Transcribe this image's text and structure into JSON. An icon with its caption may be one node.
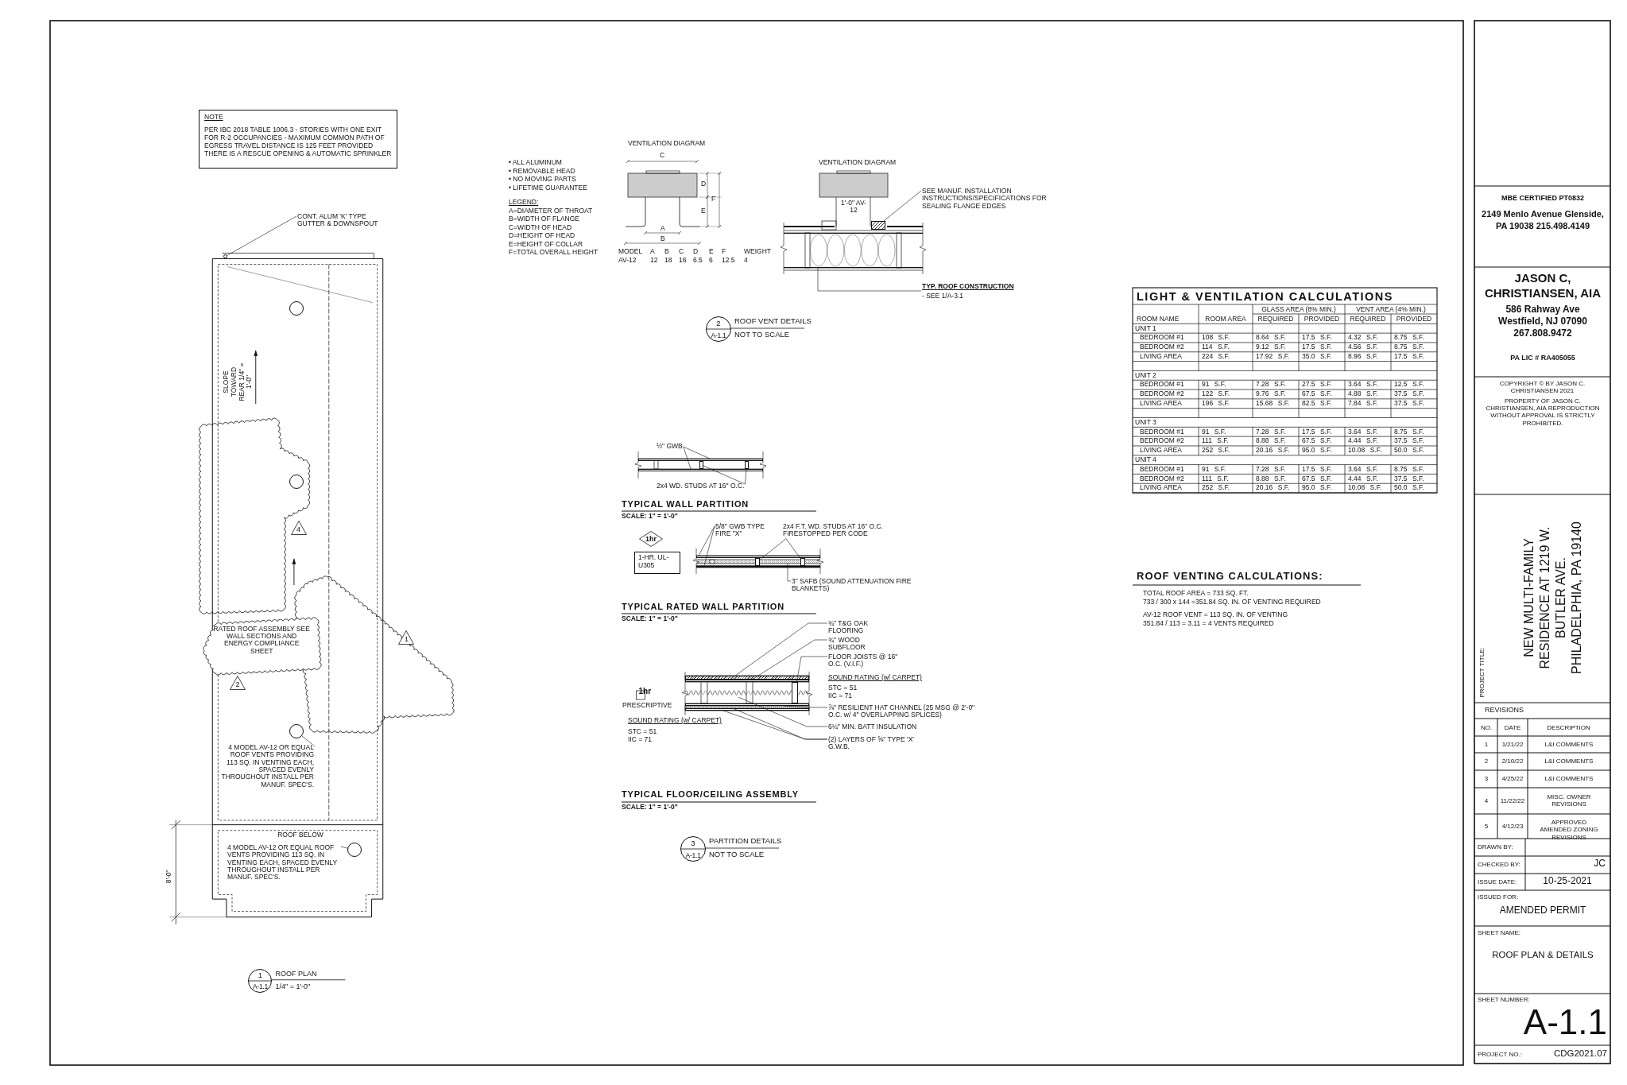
{
  "diagram": {
    "nodes": [
      {
        "text": [
          "NOTE",
          "PER IBC 2018 TABLE 1006.3 - STORIES WITH ONE EXIT FOR R-2 OCCUPANCIES - MAXIMUM COMMON PATH OF EGRESS TRAVEL DISTANCE IS 125 FEET PROVIDED THERE IS A RESCUE OPENING & AUTOMATIC SPRINKLER"
        ]
      },
      {
        "text": [
          "CONT. ALUM 'K' TYPE GUTTER & DOWNSPOUT"
        ]
      },
      {
        "text": [],
        "shape": "circle"
      },
      {
        "text": [],
        "shape": "cloud"
      },
      {
        "text": [],
        "shape": "circle",
        "in": 3
      },
      {
        "text": [
          "4"
        ]
      },
      {
        "text": [],
        "shape": "cloud"
      },
      {
        "text": [
          "1"
        ]
      },
      {
        "text": [
          "RATED ROOF ASSEMBLY SEE WALL SECTIONS AND ENERGY COMPLIANCE SHEET"
        ]
      },
      {
        "text": [
          "2"
        ]
      },
      {
        "text": [],
        "shape": "circle"
      },
      {
        "text": [
          "4 MODEL AV-12 OR EQUAL ROOF VENTS PROVIDING 113 SQ. IN VENTING EACH, SPACED EVENLY THROUGHOUT INSTALL PER MANUF. SPEC'S."
        ]
      },
      {
        "text": [],
        "shape": "circle"
      },
      {
        "text": [
          "4 MODEL AV-12 OR EQUAL ROOF VENTS PROVIDING 113 SQ. IN VENTING EACH, SPACED EVENLY THROUGHOUT INSTALL PER MANUF. SPEC'S."
        ]
      },
      {
        "text": [
          "1",
          "A-1.1"
        ],
        "beside": [
          "ROOF PLAN",
          "1/4\" = 1'-0\""
        ]
      },
      {
        "text": [
          "SEE MANUF. INSTALLATION INSTRUCTIONS/SPECIFICATIONS FOR SEALING FLANGE EDGES"
        ]
      },
      {
        "text": [
          "TYP. ROOF CONSTRUCTION",
          "- SEE 1/A-3.1"
        ]
      },
      {
        "text": [
          "2",
          "A-1.1"
        ],
        "beside": [
          "ROOF VENT DETAILS",
          "NOT TO SCALE"
        ]
      },
      {
        "text": [
          "½\" GWB"
        ]
      },
      {
        "text": [
          "2x4 WD. STUDS AT 16\" O.C."
        ]
      },
      {
        "text": [
          "5/8\" GWB TYPE FIRE \"X\""
        ]
      },
      {
        "text": [
          "2x4 F.T. WD. STUDS AT 16\" O.C. FIRESTOPPED PER CODE"
        ]
      },
      {
        "text": [
          "3\" SAFB (SOUND ATTENUATION FIRE BLANKETS)"
        ]
      },
      {
        "text": [
          "1hr"
        ]
      },
      {
        "text": [
          "1-HR. UL-U305"
        ]
      },
      {
        "text": [
          "¾\" T&G OAK FLOORING"
        ]
      },
      {
        "text": [
          "¾\" WOOD SUBFLOOR"
        ]
      },
      {
        "text": [
          "FLOOR JOISTS @ 16\" O.C. (V.I.F.)"
        ]
      },
      {
        "text": [
          "⅞\" RESILIENT HAT CHANNEL (25 MSG @ 2'-0\" O.C. w/ 4\" OVERLAPPING SPLICES)"
        ]
      },
      {
        "text": [
          "6¼\" MIN. BATT INSULATION"
        ]
      },
      {
        "text": [
          "(2) LAYERS OF ⅝\" TYPE 'X' G.W.B."
        ]
      },
      {
        "text": [
          "1hr"
        ]
      },
      {
        "text": [
          "3",
          "A-1.1"
        ],
        "beside": [
          "PARTITION DETAILS",
          "NOT TO SCALE"
        ]
      },
      {
        "text": [],
        "shape": "circle"
      },
      {
        "text": [],
        "shape": "bar"
      },
      {
        "text": [],
        "shape": "bar"
      },
      {
        "text": [],
        "shape": "bar"
      },
      {
        "text": [],
        "shape": "bar"
      },
      {
        "text": [],
        "shape": "bar"
      },
      {
        "text": [],
        "shape": "bar"
      },
      {
        "text": [],
        "shape": "bar"
      },
      {
        "text": [],
        "shape": "bar"
      },
      {
        "text": [],
        "shape": "bar"
      },
      {
        "text": [],
        "shape": "bar"
      },
      {
        "text": [],
        "shape": "bar"
      },
      {
        "text": [],
        "shape": "bar"
      },
      {
        "text": [],
        "shape": "bar"
      },
      {
        "text": [],
        "shape": "bar"
      },
      {
        "text": [],
        "shape": "bar"
      },
      {
        "text": [],
        "shape": "bar"
      },
      {
        "text": [],
        "shape": "bar"
      },
      {
        "text": [],
        "shape": "box"
      }
    ],
    "edges": [
      {
        "from": 1,
        "to": 33,
        "arrow": "none"
      },
      {
        "from": 11,
        "to": 10,
        "arrow": "none"
      },
      {
        "from": 13,
        "to": 12,
        "arrow": "none"
      },
      {
        "from": 15,
        "to": 50,
        "arrow": "none"
      },
      {
        "from": 16,
        "to": 51,
        "arrow": "none"
      },
      {
        "from": 18,
        "to": 45,
        "arrow": "none"
      },
      {
        "from": 18,
        "to": 46,
        "arrow": "none"
      },
      {
        "from": 19,
        "to": 34,
        "arrow": "none"
      },
      {
        "from": 19,
        "to": 35,
        "arrow": "none"
      },
      {
        "from": 20,
        "to": 47,
        "arrow": "none"
      },
      {
        "from": 20,
        "to": 48,
        "arrow": "none"
      },
      {
        "from": 21,
        "to": 36,
        "arrow": "none"
      },
      {
        "from": 21,
        "to": 37,
        "arrow": "none"
      },
      {
        "from": 22,
        "to": 49,
        "arrow": "none"
      },
      {
        "from": 25,
        "to": 39,
        "arrow": "none"
      },
      {
        "from": 26,
        "to": 40,
        "arrow": "none"
      },
      {
        "from": 27,
        "to": 38,
        "arrow": "none"
      },
      {
        "from": 28,
        "to": 41,
        "arrow": "none"
      },
      {
        "from": 29,
        "to": 42,
        "arrow": "none"
      },
      {
        "from": 30,
        "to": 43,
        "arrow": "none"
      },
      {
        "from": 30,
        "to": 44,
        "arrow": "none"
      }
    ],
    "labels": [
      "SLOPE TOWARD REAR 1/4\" = 1'-0\"",
      "ROOF BELOW",
      "8'-0\"",
      "VENTILATION DIAGRAM",
      "C",
      "• ALL ALUMINUM",
      "• REMOVABLE HEAD",
      "• NO MOVING PARTS",
      "• LIFETIME GUARANTEE",
      "D",
      "F",
      "E",
      "LEGEND:",
      "A=DIAMETER OF THROAT",
      "B=WIDTH OF FLANGE",
      "C=WIDTH OF HEAD",
      "D=HEIGHT OF HEAD",
      "E=HEIGHT OF COLLAR",
      "F=TOTAL OVERALL HEIGHT",
      "A",
      "B",
      "MODEL",
      "A",
      "B",
      "C",
      "D",
      "E",
      "F",
      "WEIGHT",
      "AV-12",
      "12",
      "18",
      "16",
      "6.5",
      "6",
      "12.5",
      "4",
      "VENTILATION DIAGRAM",
      "1'-0\" AV-12",
      "TYPICAL WALL PARTITION",
      "SCALE: 1\" = 1'-0\"",
      "TYPICAL RATED WALL PARTITION",
      "SCALE: 1\" = 1'-0\"",
      "PRESCRIPTIVE",
      "SOUND RATING (w/ CARPET)",
      "STC = 51",
      "IIC = 71",
      "SOUND RATING (w/ CARPET)",
      "STC = 51",
      "IIC = 71",
      "TYPICAL FLOOR/CEILING ASSEMBLY",
      "SCALE: 1\" = 1'-0\"",
      "LIGHT & VENTILATION CALCULATIONS",
      "ROOM NAME",
      "ROOM AREA",
      "GLASS AREA (8% MIN.)",
      "VENT AREA (4% MIN.)",
      "REQUIRED",
      "PROVIDED",
      "REQUIRED",
      "PROVIDED",
      "UNIT 1",
      "BEDROOM #1",
      "108 S.F.",
      "8.64 S.F.",
      "17.5 S.F.",
      "4.32 S.F.",
      "8.75 S.F.",
      "BEDROOM #2",
      "114 S.F.",
      "9.12 S.F.",
      "17.5 S.F.",
      "4.56 S.F.",
      "8.75 S.F.",
      "LIVING AREA",
      "224 S.F.",
      "17.92 S.F.",
      "35.0 S.F.",
      "8.96 S.F.",
      "17.5 S.F.",
      "UNIT 2",
      "BEDROOM #1",
      "91 S.F.",
      "7.28 S.F.",
      "27.5 S.F.",
      "3.64 S.F.",
      "12.5 S.F.",
      "BEDROOM #2",
      "122 S.F.",
      "9.76 S.F.",
      "67.5 S.F.",
      "4.88 S.F.",
      "37.5 S.F.",
      "LIVING AREA",
      "196 S.F.",
      "15.68 S.F.",
      "82.5 S.F.",
      "7.84 S.F.",
      "37.5 S.F.",
      "UNIT 3",
      "BEDROOM #1",
      "91 S.F.",
      "7.28 S.F.",
      "17.5 S.F.",
      "3.64 S.F.",
      "8.75 S.F.",
      "BEDROOM #2",
      "111 S.F.",
      "8.88 S.F.",
      "67.5 S.F.",
      "4.44 S.F.",
      "37.5 S.F.",
      "LIVING AREA",
      "252 S.F.",
      "20.16 S.F.",
      "95.0 S.F.",
      "10.08 S.F.",
      "50.0 S.F.",
      "UNIT 4",
      "BEDROOM #1",
      "91 S.F.",
      "7.28 S.F.",
      "17.5 S.F.",
      "3.64 S.F.",
      "8.75 S.F.",
      "BEDROOM #2",
      "111 S.F.",
      "8.88 S.F.",
      "67.5 S.F.",
      "4.44 S.F.",
      "37.5 S.F.",
      "LIVING AREA",
      "252 S.F.",
      "20.16 S.F.",
      "95.0 S.F.",
      "10.08 S.F.",
      "50.0 S.F.",
      "ROOF VENTING CALCULATIONS:",
      "TOTAL ROOF AREA = 733 SQ. FT.",
      "733 / 300 x 144 =351.84 SQ. IN. OF VENTING REQUIRED",
      "AV-12 ROOF VENT = 113 SQ. IN. OF VENTING",
      "351.84 / 113 = 3.11 = 4 VENTS REQUIRED",
      "MBE CERTIFIED PT0832",
      "2149 Menlo Avenue Glenside, PA 19038 215.498.4149",
      "JASON C, CHRISTIANSEN, AIA",
      "586 Rahway Ave Westfield, NJ 07090 267.808.9472",
      "PA LIC # RA405055",
      "COPYRIGHT © BY JASON C. CHRISTIANSEN 2021",
      "PROPERTY OF JASON C. CHRISTIANSEN, AIA REPRODUCTION WITHOUT APPROVAL IS STRICTLY PROHIBITED.",
      "PROJECT TITLE:",
      "NEW MULTI-FAMILY RESIDENCE AT 1219 W. BUTLER AVE. PHILADELPHIA, PA 19140",
      "REVISIONS",
      "NO.",
      "DATE",
      "DESCRIPTION",
      "1",
      "1/21/22",
      "L&I COMMENTS",
      "2",
      "2/10/22",
      "L&I COMMENTS",
      "3",
      "4/25/22",
      "L&I COMMENTS",
      "4",
      "11/22/22",
      "MISC. OWNER REVISIONS",
      "5",
      "4/12/23",
      "APPROVED AMENDED ZONING REVISIONS",
      "DRAWN BY:",
      "CHECKED BY:",
      "JC",
      "ISSUE DATE:",
      "10-25-2021",
      "ISSUED FOR:",
      "AMENDED PERMIT",
      "SHEET NAME:",
      "ROOF PLAN & DETAILS",
      "SHEET NUMBER:",
      "A-1.1",
      "PROJECT NO.:",
      "CDG2021.07"
    ]
  }
}
